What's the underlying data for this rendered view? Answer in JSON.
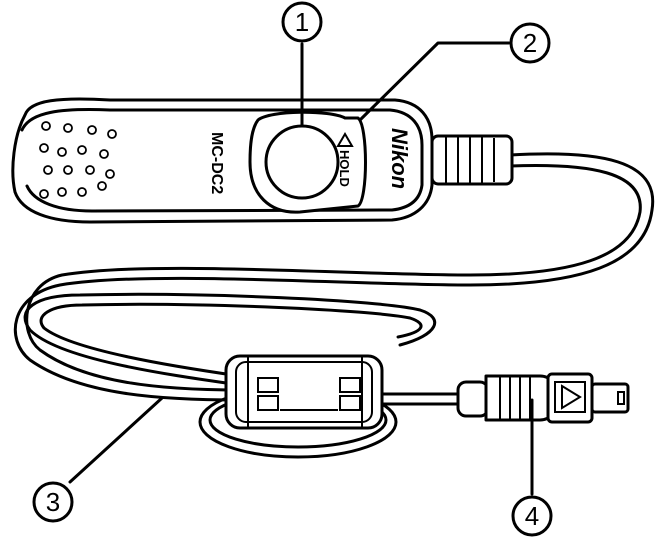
{
  "diagram": {
    "callouts": [
      {
        "id": "1",
        "label": "1"
      },
      {
        "id": "2",
        "label": "2"
      },
      {
        "id": "3",
        "label": "3"
      },
      {
        "id": "4",
        "label": "4"
      }
    ],
    "device": {
      "model_label": "MC-DC2",
      "hold_label": "HOLD",
      "brand_logo": "Nikon"
    },
    "colors": {
      "ink": "#000000",
      "paper": "#ffffff"
    }
  }
}
